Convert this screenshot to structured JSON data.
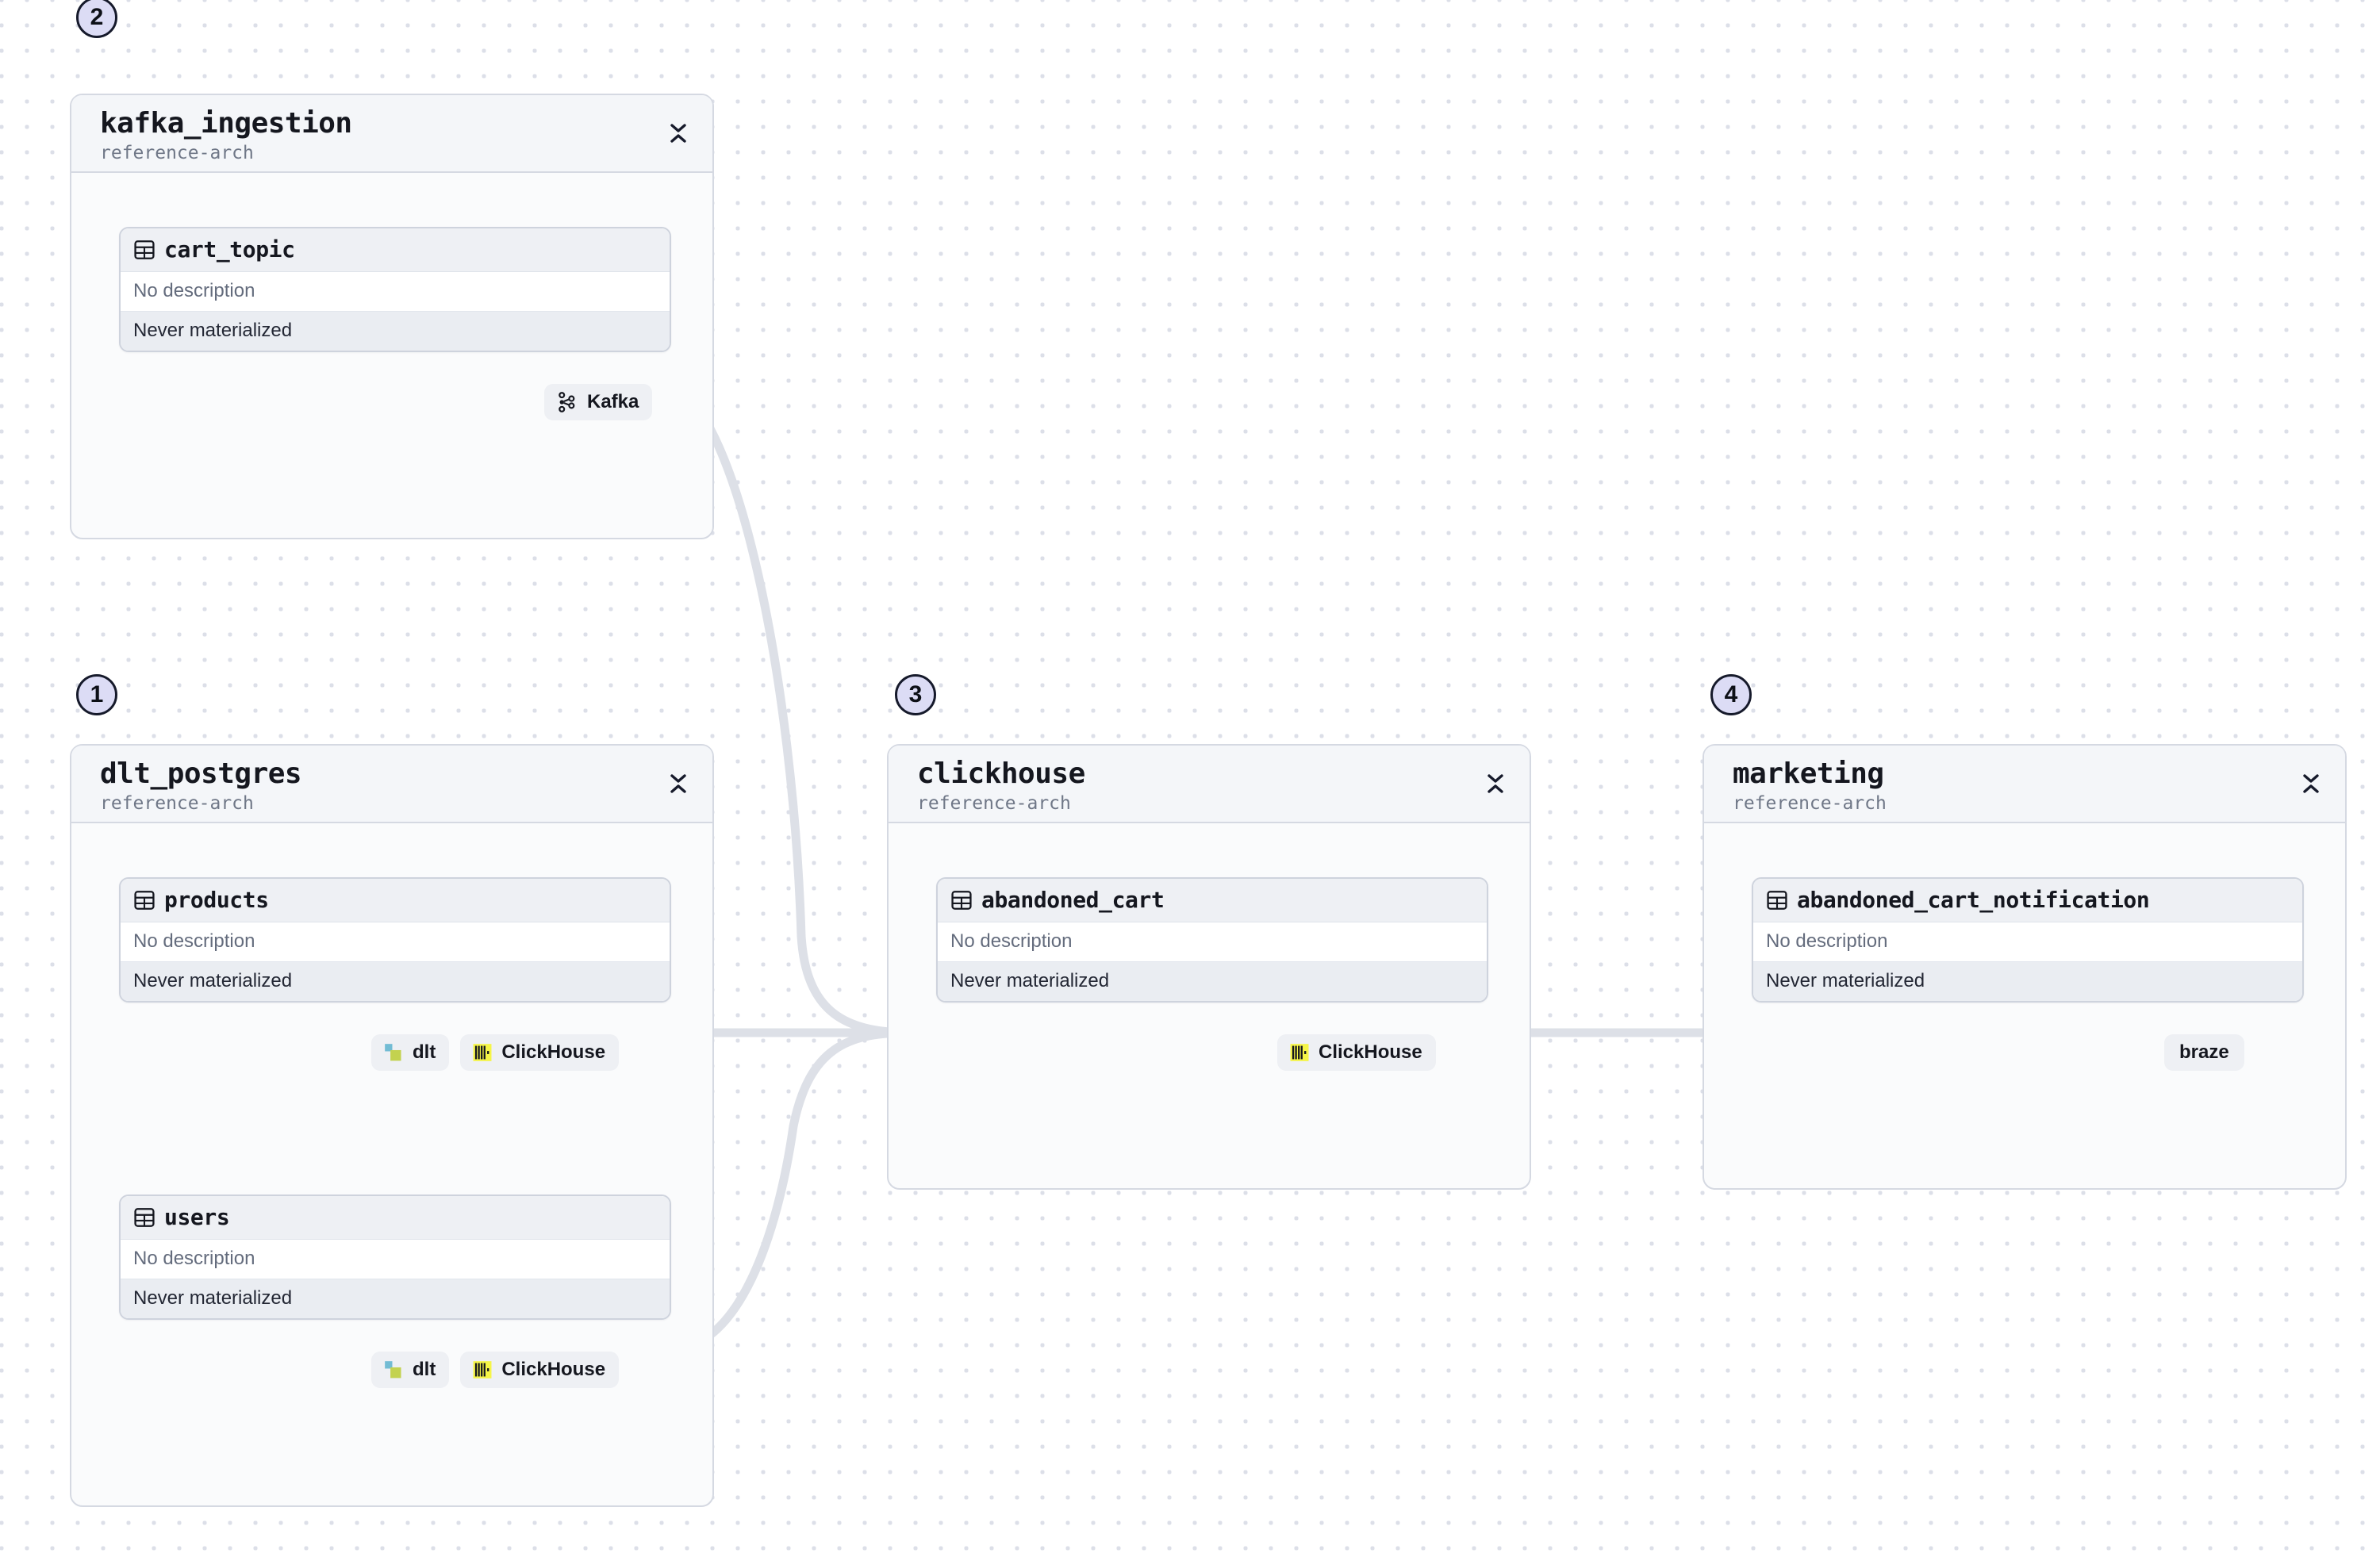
{
  "canvas": {
    "background_color": "#ffffff",
    "grid_dot_color": "#dcdfe8",
    "edge_color": "#dde0e7",
    "accent_marker_fill": "#dcdcf5",
    "accent_marker_border": "#161a2b"
  },
  "steps": [
    {
      "number": "1",
      "for_group": "dlt_postgres"
    },
    {
      "number": "2",
      "for_group": "kafka_ingestion"
    },
    {
      "number": "3",
      "for_group": "clickhouse"
    },
    {
      "number": "4",
      "for_group": "marketing"
    }
  ],
  "groups": [
    {
      "id": "kafka_ingestion",
      "title": "kafka_ingestion",
      "subtitle": "reference-arch",
      "collapse_icon": "collapse-chevrons-icon",
      "nodes": [
        {
          "id": "cart_topic",
          "icon": "table-icon",
          "title": "cart_topic",
          "description": "No description",
          "materialization": "Never materialized"
        }
      ],
      "badges": [
        {
          "label": "Kafka",
          "icon": "kafka-icon"
        }
      ]
    },
    {
      "id": "dlt_postgres",
      "title": "dlt_postgres",
      "subtitle": "reference-arch",
      "collapse_icon": "collapse-chevrons-icon",
      "nodes": [
        {
          "id": "products",
          "icon": "table-icon",
          "title": "products",
          "description": "No description",
          "materialization": "Never materialized"
        },
        {
          "id": "users",
          "icon": "table-icon",
          "title": "users",
          "description": "No description",
          "materialization": "Never materialized"
        }
      ],
      "badges_products": [
        {
          "label": "dlt",
          "icon": "dlt-icon"
        },
        {
          "label": "ClickHouse",
          "icon": "clickhouse-icon"
        }
      ],
      "badges_users": [
        {
          "label": "dlt",
          "icon": "dlt-icon"
        },
        {
          "label": "ClickHouse",
          "icon": "clickhouse-icon"
        }
      ]
    },
    {
      "id": "clickhouse",
      "title": "clickhouse",
      "subtitle": "reference-arch",
      "collapse_icon": "collapse-chevrons-icon",
      "nodes": [
        {
          "id": "abandoned_cart",
          "icon": "table-icon",
          "title": "abandoned_cart",
          "description": "No description",
          "materialization": "Never materialized"
        }
      ],
      "badges": [
        {
          "label": "ClickHouse",
          "icon": "clickhouse-icon"
        }
      ]
    },
    {
      "id": "marketing",
      "title": "marketing",
      "subtitle": "reference-arch",
      "collapse_icon": "collapse-chevrons-icon",
      "nodes": [
        {
          "id": "abandoned_cart_notification",
          "icon": "table-icon",
          "title": "abandoned_cart_notification",
          "description": "No description",
          "materialization": "Never materialized"
        }
      ],
      "badges": [
        {
          "label": "braze",
          "icon": "none"
        }
      ]
    }
  ],
  "edges": [
    {
      "from": "cart_topic",
      "to": "abandoned_cart",
      "style": "curved"
    },
    {
      "from": "products",
      "to": "abandoned_cart",
      "style": "straight"
    },
    {
      "from": "users",
      "to": "abandoned_cart",
      "style": "curved"
    },
    {
      "from": "abandoned_cart",
      "to": "abandoned_cart_notification",
      "style": "straight"
    }
  ]
}
